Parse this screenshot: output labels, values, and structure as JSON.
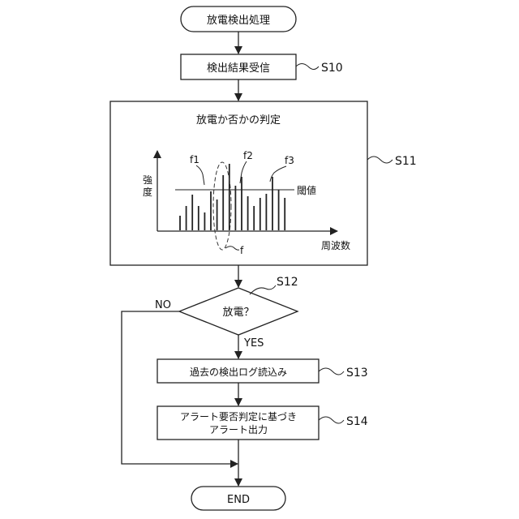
{
  "flowchart": {
    "start": "放電検出処理",
    "s10": {
      "label": "検出結果受信",
      "step": "S10"
    },
    "s11": {
      "title": "放電か否かの判定",
      "step": "S11",
      "graph": {
        "y_label": "強度",
        "x_label": "周波数",
        "threshold_label": "閾値",
        "peak_labels": [
          "f1",
          "f2",
          "f3"
        ],
        "group_label": "f",
        "bar_values": [
          0.18,
          0.3,
          0.44,
          0.3,
          0.22,
          0.48,
          0.38,
          0.68,
          0.82,
          0.55,
          0.66,
          0.42,
          0.3,
          0.4,
          0.45,
          0.66,
          0.5,
          0.4
        ]
      }
    },
    "s12": {
      "label": "放電？",
      "step": "S12",
      "yes": "YES",
      "no": "NO"
    },
    "s13": {
      "label": "過去の検出ログ読込み",
      "step": "S13"
    },
    "s14": {
      "label_line1": "アラート要否判定に基づき",
      "label_line2": "アラート出力",
      "step": "S14"
    },
    "end": "END"
  }
}
